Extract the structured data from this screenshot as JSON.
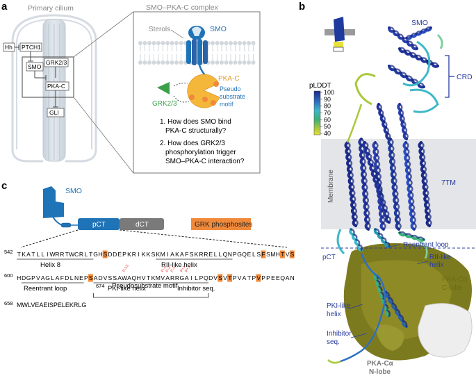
{
  "panels": {
    "a": "a",
    "b": "b",
    "c": "c"
  },
  "panel_a": {
    "cilium_title": "Primary cilium",
    "pathway": {
      "hh": "Hh",
      "ptch1": "PTCH1",
      "smo": "SMO",
      "grk": "GRK2/3",
      "pkac": "PKA-C",
      "gli": "GLI"
    },
    "complex_title": "SMO–PKA-C complex",
    "sterols": "Sterols",
    "smo": "SMO",
    "pkac": "PKA-C",
    "pseudo": [
      "Pseudo",
      "substrate",
      "motif"
    ],
    "grk": "GRK2/3",
    "questions": [
      "1. How does SMO bind",
      "PKA-C structurally?",
      "2. How does GRK2/3",
      "phosphorylation trigger",
      "SMO–PKA-C interaction?"
    ]
  },
  "panel_b": {
    "plddt_title": "pLDDT",
    "plddt_ticks": [
      "100",
      "90",
      "80",
      "70",
      "60",
      "50",
      "40"
    ],
    "smo": "SMO",
    "crd": "CRD",
    "membrane": "Membrane",
    "tm7": "7TM",
    "reentrant": "Reentrant loop",
    "rii": [
      "RII-like",
      "helix"
    ],
    "pct": "pCT",
    "pkac_clobe": [
      "PKA-Cα",
      "C-lobe"
    ],
    "pki": [
      "PKI-like",
      "helix"
    ],
    "inhibitor": [
      "Inhibitor",
      "seq."
    ],
    "pkac_nlobe": [
      "PKA-Cα",
      "N-lobe"
    ]
  },
  "panel_c": {
    "smo": "SMO",
    "pct": "pCT",
    "dct": "dCT",
    "legend": "GRK phosphosites",
    "row1_num": "542",
    "row1_seq": "TKATLLIWRRTWCRLTGHSDDEPKRIKKSKMIAKAFSKRRELLQNPGQELSFSMHTVS",
    "row1_sites": [
      18,
      51,
      55,
      57
    ],
    "helix8": "Helix 8",
    "rii_helix": "RII-like helix",
    "row2_num": "600",
    "row2_seq": "HDGPVAGLAFDLNEPSADVSSAWAQHVTKMVARRGAILPQDVSVTPVATPVPPEEQAN",
    "row2_sites": [
      15,
      42,
      44,
      50
    ],
    "reentrant": "Reentrant loop",
    "pki_helix": "PKI-like helix",
    "inhibitor_seq": "Inhibitor seq.",
    "p_labels": [
      "P-13",
      "P-3",
      "P-2",
      "P-1",
      "P+1",
      "P+2"
    ],
    "row3_num": "658",
    "row3_seq": "MWLVEAEISPELEKRLG",
    "row3_num2": "674",
    "pseudo_motif": "Pseudosubstrate motif"
  },
  "colors": {
    "smo_blue": "#1f73b7",
    "structure_blue": "#2a3d9e",
    "pkac_orange": "#f4b73a",
    "phospho_orange": "#f08a3a",
    "grk_green": "#3aa04a",
    "pkac_surface": "#7c7a1e",
    "phospho_red": "#e0403a"
  }
}
